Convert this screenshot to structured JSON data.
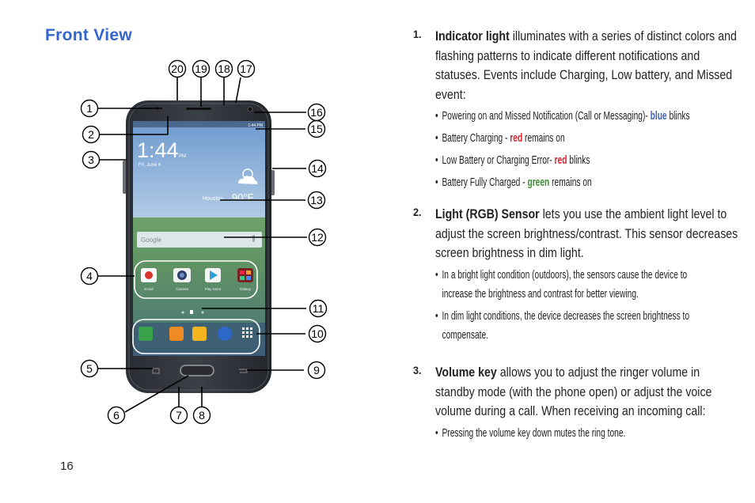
{
  "page": {
    "title": "Front View",
    "number": "16"
  },
  "colors": {
    "title": "#3366cc",
    "blue": "#3f63b8",
    "red": "#e0212b",
    "green": "#3a8b2f"
  },
  "figure": {
    "callouts": [
      "1",
      "2",
      "3",
      "4",
      "5",
      "6",
      "7",
      "8",
      "9",
      "10",
      "11",
      "12",
      "13",
      "14",
      "15",
      "16",
      "17",
      "18",
      "19",
      "20"
    ],
    "screen": {
      "time": "1:44",
      "ampm": "PM",
      "date": "Fri, June 6",
      "status_time": "1:44 PM",
      "city": "Houston",
      "temperature": "90°F",
      "search_label": "Google",
      "apps": [
        "Email",
        "Camera",
        "Play Store",
        "Galaxy"
      ]
    }
  },
  "items": [
    {
      "num": "1.",
      "term": "Indicator light",
      "text": " illuminates with a series of distinct colors and flashing patterns to indicate different notifications and statuses. Events include Charging, Low battery, and Missed event:",
      "bullets": [
        {
          "before": "Powering on and Missed Notification (Call or Messaging)- ",
          "color_word": "blue",
          "after": " blinks",
          "tone": "blue"
        },
        {
          "before": "Battery Charging - ",
          "color_word": "red",
          "after": " remains on",
          "tone": "red"
        },
        {
          "before": "Low Battery or Charging Error- ",
          "color_word": "red",
          "after": " blinks",
          "tone": "red"
        },
        {
          "before": "Battery Fully Charged - ",
          "color_word": "green",
          "after": " remains on",
          "tone": "green"
        }
      ]
    },
    {
      "num": "2.",
      "term": "Light (RGB) Sensor",
      "text": " lets you use the ambient light level to adjust the screen brightness/contrast. This sensor decreases screen brightness in dim light.",
      "bullets": [
        {
          "before": "In a bright light condition (outdoors), the sensors cause the device to increase the brightness and contrast for better viewing."
        },
        {
          "before": "In dim light conditions, the device decreases the screen brightness to compensate."
        }
      ]
    },
    {
      "num": "3.",
      "term": "Volume key",
      "text": " allows you to adjust the ringer volume in standby mode (with the phone open) or adjust the voice volume during a call. When receiving an incoming call:",
      "bullets": [
        {
          "before": "Pressing the volume key down mutes the ring tone."
        }
      ]
    }
  ]
}
